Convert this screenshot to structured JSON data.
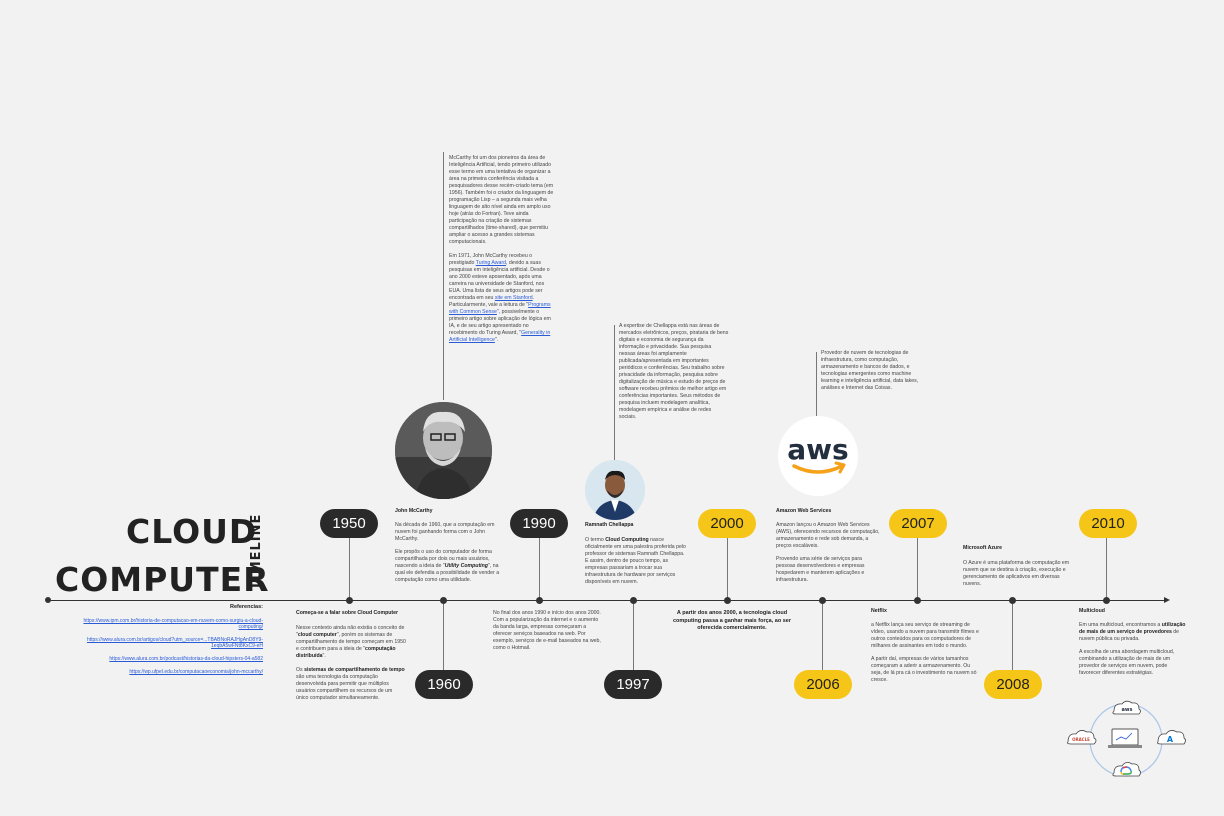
{
  "title": {
    "line1": "CLOUD",
    "line2": "COMPUTER",
    "side": "TIMELINE"
  },
  "references": {
    "label": "Referencias:",
    "links": [
      "https://www.ipm.com.br/historia-de-computacao-em-nuvem-como-surgiu-a-cloud-computing/",
      "https://www.alura.com.br/artigos/cloud?utm_source=...TBABNoRAJHgAnD8Y9-1eqbA5wFNt8KxC9-eH",
      "https://www.alura.com.br/podcast/historias-da-cloud-hipsters-04-a582",
      "https://wp.ufpel.edu.br/computacaoeconomia/john-mccarthy/"
    ]
  },
  "years": {
    "y1950": "1950",
    "y1960": "1960",
    "y1990": "1990",
    "y1997": "1997",
    "y2000": "2000",
    "y2006": "2006",
    "y2007": "2007",
    "y2008": "2008",
    "y2010": "2010"
  },
  "mccarthy": {
    "bio1": "McCarthy foi um dos pioneiros da área de Inteligência Artificial, tendo primeiro utilizado esse termo em uma tentativa de organizar a área na primeira conferência visitada a pesquisadores desse recém-criado tema (em 1956). Também foi o criador da linguagem de programação Lisp – a segunda mais velha linguagem de alto nível ainda em amplo uso hoje (atrás do Fortran). Teve ainda participação na criação de sistemas compartilhados (time-shared), que permitiu ampliar o acesso a grandes sistemas computacionais.",
    "bio2_a": "Em 1971, John McCarthy recebeu o prestigiado ",
    "bio2_link1": "Turing Award",
    "bio2_b": ", devido a suas pesquisas em inteligência artificial. Desde o ano 2000 esteve aposentado, após uma carreira na universidade de Stanford, nos EUA. Uma lista de seus artigos pode ser encontrada em seu ",
    "bio2_link2": "site em Stanford",
    "bio2_c": ". Particularmente, vale a leitura de \"",
    "bio2_link3": "Programs with Common Sense",
    "bio2_d": "\", possivelmente o primeiro artigo sobre aplicação de lógica em IA, e de seu artigo apresentado no recebimento do Turing Award, \"",
    "bio2_link4": "Generality in Artificial Intelligence",
    "bio2_e": "\".",
    "name": "John McCarthy",
    "text1": "Na década de 1960, que a computação em nuvem foi ganhando forma com o John McCarthy.",
    "text2_a": "Ele propôs o uso do computador de forma compartilhada por dois ou mais usuários, nascendo a ideia de \"",
    "text2_b": "Utility Computing",
    "text2_c": "\", na qual ele defendia a possibilidade de vender a computação como uma utilidade."
  },
  "e1950": {
    "heading": "Começa-se a falar sobre Cloud Computer",
    "p1_a": "Nesse contexto ainda não existia o conceito de \"",
    "p1_b": "cloud computer",
    "p1_c": "\", porém os sistemas de compartilhamento de tempo começam em 1950 e contribuem para a ideia de \"",
    "p1_d": "computação distribuída",
    "p1_e": "\".",
    "p2_a": "Os ",
    "p2_b": "sistemas de compartilhamento de tempo",
    "p2_c": " são uma tecnologia da computação desenvolvida para permitir que múltiplos usuários compartilhem os recursos de um único computador simultaneamente."
  },
  "e1990": {
    "text": "No final dos anos 1990 e início dos anos 2000. Com a popularização da internet e o aumento da banda larga, empresas começaram a oferecer serviços baseados na web. Por exemplo, serviços de e-mail baseados na web, como o Hotmail."
  },
  "chellappa": {
    "bio": "A expertise de Chellappa está nas áreas de mercados eletrônicos, preços, pirataria de bens digitais e economia de segurança da informação e privacidade. Sua pesquisa nessas áreas foi amplamente publicada/apresentada em importantes periódicos e conferências. Seu trabalho sobre privacidade da informação, pesquisa sobre digitalização de música e estudo de preços de software recebeu prêmios de melhor artigo em conferências importantes. Seus métodos de pesquisa incluem modelagem analítica, modelagem empírica e análise de redes sociais.",
    "name": "Ramnath Chellappa",
    "text_a": "O termo ",
    "text_b": "Cloud Computing",
    "text_c": " nasce oficialmente em uma palestra proferida pelo professor de sistemas Ramnath Chellappa. E assim, dentro de pouco tempo, as empresas passariam a trocar sua infraestrutura de hardware por serviços disponíveis em nuvem."
  },
  "e2000": {
    "text": "A partir dos anos 2000, a tecnologia cloud computing passa a ganhar mais força, ao ser oferecida comercialmente."
  },
  "aws": {
    "logo": "aws",
    "bio": "Provedor de nuvem de tecnologias de infraestrutura, como computação, armazenamento e bancos de dados, e tecnologias emergentes como machine learning e inteligência artificial, data lakes, análises e Internet das Coisas.",
    "name": "Amazon Web Services",
    "p1": "Amazon lançou o Amazon Web Services (AWS), oferecendo recursos de computação, armazenamento e rede sob demanda, a preços escaláveis.",
    "p2": "Provendo uma série de serviços para pessoas desenvolvedores e empresas hospedarem e manterem aplicações e infraestrutura."
  },
  "netflix": {
    "heading": "Netflix",
    "p1": "a Netflix lança seu serviço de streaming de vídeo, usando a nuvem para transmitir filmes e outros conteúdos para os computadores de milhares de assinantes em todo o mundo.",
    "p2": "A partir daí, empresas de vários tamanhos começaram a aderir a armazenamento. Ou seja, de lá pra cá o investimento na nuvem só cresce."
  },
  "azure": {
    "heading": "Microsoft Azure",
    "text": "O Azure é uma plataforma de computação em nuvem que se destina à criação, execução e gerenciamento de aplicativos em diversas nuvens."
  },
  "multicloud": {
    "heading": "Multicloud",
    "p1_a": "Em uma multicloud, encontramos a ",
    "p1_b": "utilização de mais de um serviço de provedores",
    "p1_c": " de nuvem pública ou privada.",
    "p2": "A escolha de uma abordagem multicloud, combinando a utilização de mais de um provedor de serviços em nuvem, pode favorecer diferentes estratégias."
  },
  "diagram_labels": {
    "aws": "aws",
    "oracle": "ORACLE",
    "azure": "A"
  },
  "colors": {
    "dark_pill": "#2a2a2a",
    "gold_pill": "#f5c518",
    "link": "#2a5bd7",
    "background": "#f2f2f2"
  }
}
